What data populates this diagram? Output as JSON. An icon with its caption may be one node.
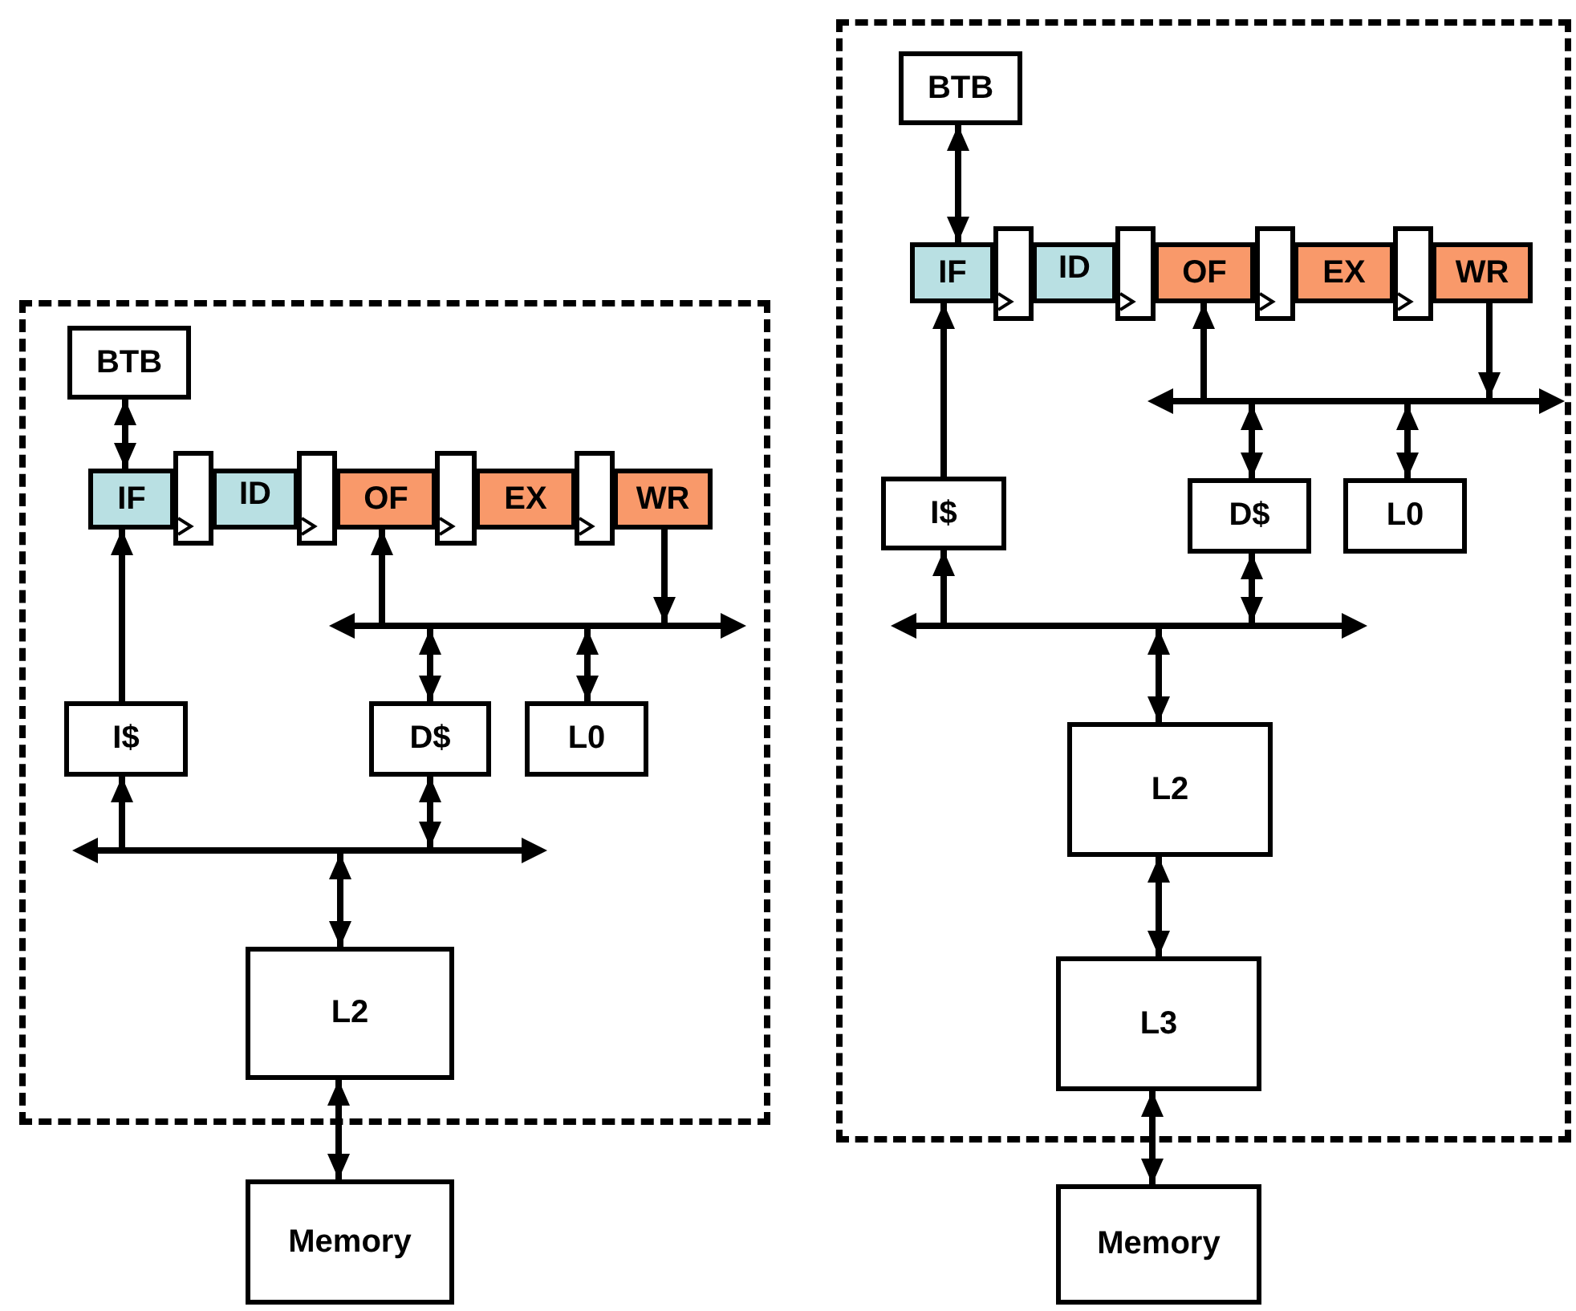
{
  "diagram": {
    "nodes": [
      {
        "text": [],
        "shape": "box"
      },
      {
        "text": [
          "BTB"
        ],
        "in": 0
      },
      {
        "text": [
          "IF"
        ],
        "in": 0
      },
      {
        "text": [],
        "shape": "box",
        "in": 0
      },
      {
        "text": [
          "ID"
        ],
        "in": 0
      },
      {
        "text": [],
        "shape": "box",
        "in": 0
      },
      {
        "text": [
          "OF"
        ],
        "in": 0
      },
      {
        "text": [],
        "shape": "box",
        "in": 0
      },
      {
        "text": [
          "EX"
        ],
        "in": 0
      },
      {
        "text": [],
        "shape": "box",
        "in": 0
      },
      {
        "text": [
          "WR"
        ],
        "in": 0
      },
      {
        "text": [],
        "shape": "bar",
        "in": 0
      },
      {
        "text": [
          "I$"
        ],
        "in": 0
      },
      {
        "text": [
          "D$"
        ],
        "in": 0
      },
      {
        "text": [
          "L0"
        ],
        "in": 0
      },
      {
        "text": [],
        "shape": "bar",
        "in": 0
      },
      {
        "text": [
          "L2"
        ],
        "in": 0
      },
      {
        "text": [
          "Memory"
        ]
      },
      {
        "text": [],
        "shape": "box"
      },
      {
        "text": [
          "BTB"
        ],
        "in": 18
      },
      {
        "text": [
          "IF"
        ],
        "in": 18
      },
      {
        "text": [],
        "shape": "box",
        "in": 18
      },
      {
        "text": [
          "ID"
        ],
        "in": 18
      },
      {
        "text": [],
        "shape": "box",
        "in": 18
      },
      {
        "text": [
          "OF"
        ],
        "in": 18
      },
      {
        "text": [],
        "shape": "box",
        "in": 18
      },
      {
        "text": [
          "EX"
        ],
        "in": 18
      },
      {
        "text": [],
        "shape": "box",
        "in": 18
      },
      {
        "text": [
          "WR"
        ],
        "in": 18
      },
      {
        "text": [],
        "shape": "bar",
        "in": 18
      },
      {
        "text": [
          "I$"
        ],
        "in": 18
      },
      {
        "text": [
          "D$"
        ],
        "in": 18
      },
      {
        "text": [
          "L0"
        ],
        "in": 18
      },
      {
        "text": [],
        "shape": "bar",
        "in": 18
      },
      {
        "text": [
          "L2"
        ],
        "in": 18
      },
      {
        "text": [
          "L3"
        ],
        "in": 18
      },
      {
        "text": [
          "Memory"
        ]
      }
    ],
    "edges": [
      {
        "from": 1,
        "to": 2,
        "arrow": "both"
      },
      {
        "from": 12,
        "to": 2,
        "arrow": "to"
      },
      {
        "from": 11,
        "to": 6,
        "arrow": "to"
      },
      {
        "from": 10,
        "to": 11,
        "arrow": "to"
      },
      {
        "from": 11,
        "to": 13,
        "arrow": "both"
      },
      {
        "from": 11,
        "to": 14,
        "arrow": "both"
      },
      {
        "from": 15,
        "to": 12,
        "arrow": "to"
      },
      {
        "from": 13,
        "to": 15,
        "arrow": "both"
      },
      {
        "from": 15,
        "to": 16,
        "arrow": "both"
      },
      {
        "from": 16,
        "to": 17,
        "arrow": "both"
      },
      {
        "from": 19,
        "to": 20,
        "arrow": "both"
      },
      {
        "from": 30,
        "to": 20,
        "arrow": "to"
      },
      {
        "from": 29,
        "to": 24,
        "arrow": "to"
      },
      {
        "from": 28,
        "to": 29,
        "arrow": "to"
      },
      {
        "from": 29,
        "to": 31,
        "arrow": "both"
      },
      {
        "from": 29,
        "to": 32,
        "arrow": "both"
      },
      {
        "from": 33,
        "to": 30,
        "arrow": "to"
      },
      {
        "from": 31,
        "to": 33,
        "arrow": "both"
      },
      {
        "from": 33,
        "to": 34,
        "arrow": "both"
      },
      {
        "from": 34,
        "to": 35,
        "arrow": "both"
      },
      {
        "from": 35,
        "to": 36,
        "arrow": "both"
      }
    ]
  }
}
